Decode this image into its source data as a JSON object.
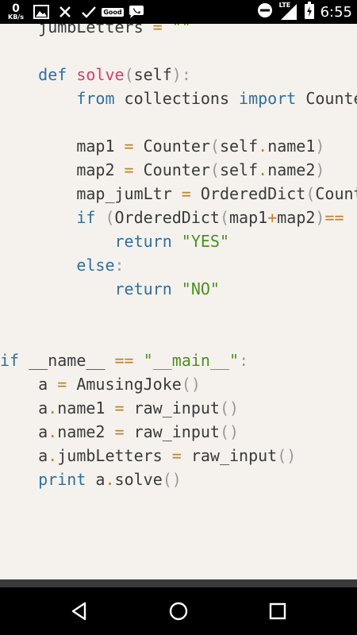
{
  "status_bar": {
    "net_speed": "0",
    "net_unit": "KB/s",
    "good_label": "Good",
    "network_label": "LTE",
    "time": "6:55"
  },
  "code_lines": [
    "    jumbLetters = \"\"",
    "",
    "    def solve(self):",
    "        from collections import Counter",
    "",
    "        map1 = Counter(self.name1)",
    "        map2 = Counter(self.name2)",
    "        map_jumLtr = OrderedDict(Counter(",
    "        if (OrderedDict(map1+map2)==",
    "            return \"YES\"",
    "        else:",
    "            return \"NO\"",
    "",
    "",
    "if __name__ == \"__main__\":",
    "    a = AmusingJoke()",
    "    a.name1 = raw_input()",
    "    a.name2 = raw_input()",
    "    a.jumbLetters = raw_input()",
    "    print a.solve()"
  ],
  "nav": {
    "back": "back-icon",
    "home": "home-icon",
    "recents": "recents-icon"
  }
}
